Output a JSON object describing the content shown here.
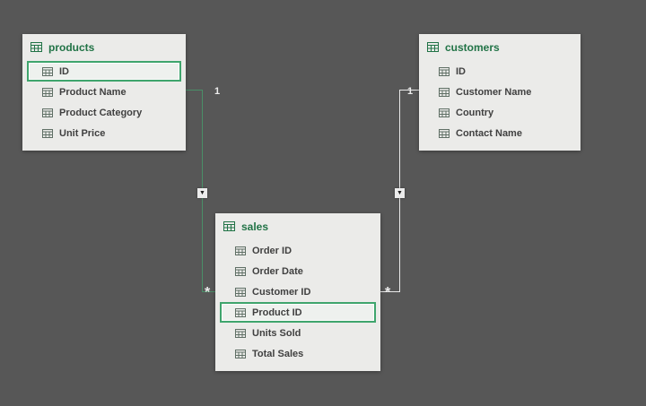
{
  "canvas": {
    "background": "#575757"
  },
  "tables": [
    {
      "name": "products",
      "fields": [
        {
          "label": "ID",
          "highlighted": true
        },
        {
          "label": "Product Name",
          "highlighted": false
        },
        {
          "label": "Product Category",
          "highlighted": false
        },
        {
          "label": "Unit Price",
          "highlighted": false
        }
      ]
    },
    {
      "name": "customers",
      "fields": [
        {
          "label": "ID",
          "highlighted": false
        },
        {
          "label": "Customer Name",
          "highlighted": false
        },
        {
          "label": "Country",
          "highlighted": false
        },
        {
          "label": "Contact Name",
          "highlighted": false
        }
      ]
    },
    {
      "name": "sales",
      "fields": [
        {
          "label": "Order ID",
          "highlighted": false
        },
        {
          "label": "Order Date",
          "highlighted": false
        },
        {
          "label": "Customer ID",
          "highlighted": false
        },
        {
          "label": "Product ID",
          "highlighted": true
        },
        {
          "label": "Units Sold",
          "highlighted": false
        },
        {
          "label": "Total Sales",
          "highlighted": false
        }
      ]
    }
  ],
  "relationships": [
    {
      "from": "products",
      "to": "sales",
      "one_label": "1",
      "many_label": "*",
      "selected": true
    },
    {
      "from": "customers",
      "to": "sales",
      "one_label": "1",
      "many_label": "*",
      "selected": false
    }
  ],
  "glyphs": {
    "filter_direction_arrow": "▼"
  },
  "colors": {
    "background": "#575757",
    "table_bg": "#ebebe9",
    "table_header_text": "#217346",
    "field_text": "#404040",
    "highlight_border": "#3fa56d",
    "relationship_selected": "#4a8f68",
    "relationship_default": "#e8e8e8",
    "cardinality_text": "#ededed"
  }
}
